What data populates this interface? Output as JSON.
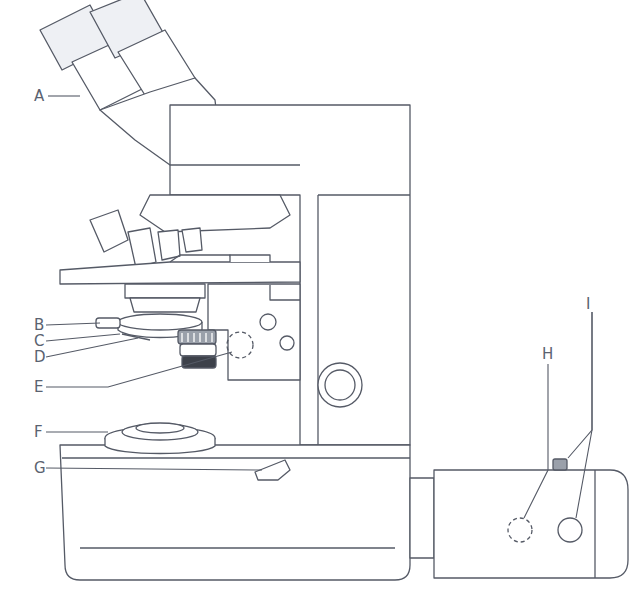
{
  "diagram": {
    "labels": [
      "A",
      "B",
      "C",
      "D",
      "E",
      "F",
      "G",
      "H",
      "I"
    ]
  }
}
